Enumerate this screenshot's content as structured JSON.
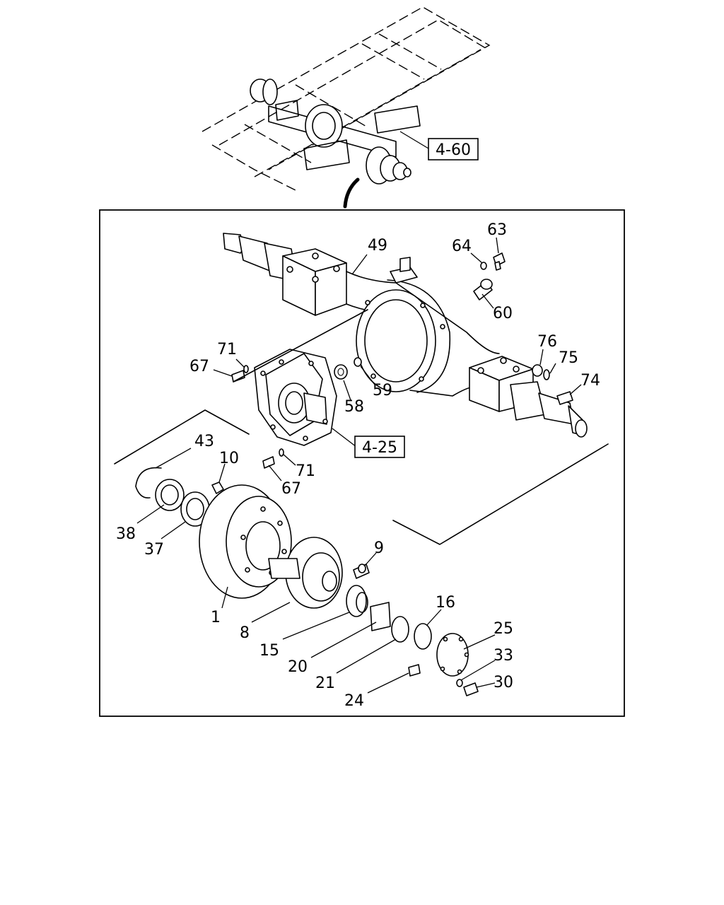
{
  "callouts": {
    "ref_4_60": "4-60",
    "ref_4_25": "4-25",
    "p1": "1",
    "p8": "8",
    "p9": "9",
    "p10": "10",
    "p15": "15",
    "p16": "16",
    "p20": "20",
    "p21": "21",
    "p24": "24",
    "p25": "25",
    "p30": "30",
    "p33": "33",
    "p37": "37",
    "p38": "38",
    "p43": "43",
    "p49": "49",
    "p58": "58",
    "p59": "59",
    "p60": "60",
    "p63": "63",
    "p64": "64",
    "p67a": "67",
    "p67b": "67",
    "p71a": "71",
    "p71b": "71",
    "p74": "74",
    "p75": "75",
    "p76": "76"
  }
}
